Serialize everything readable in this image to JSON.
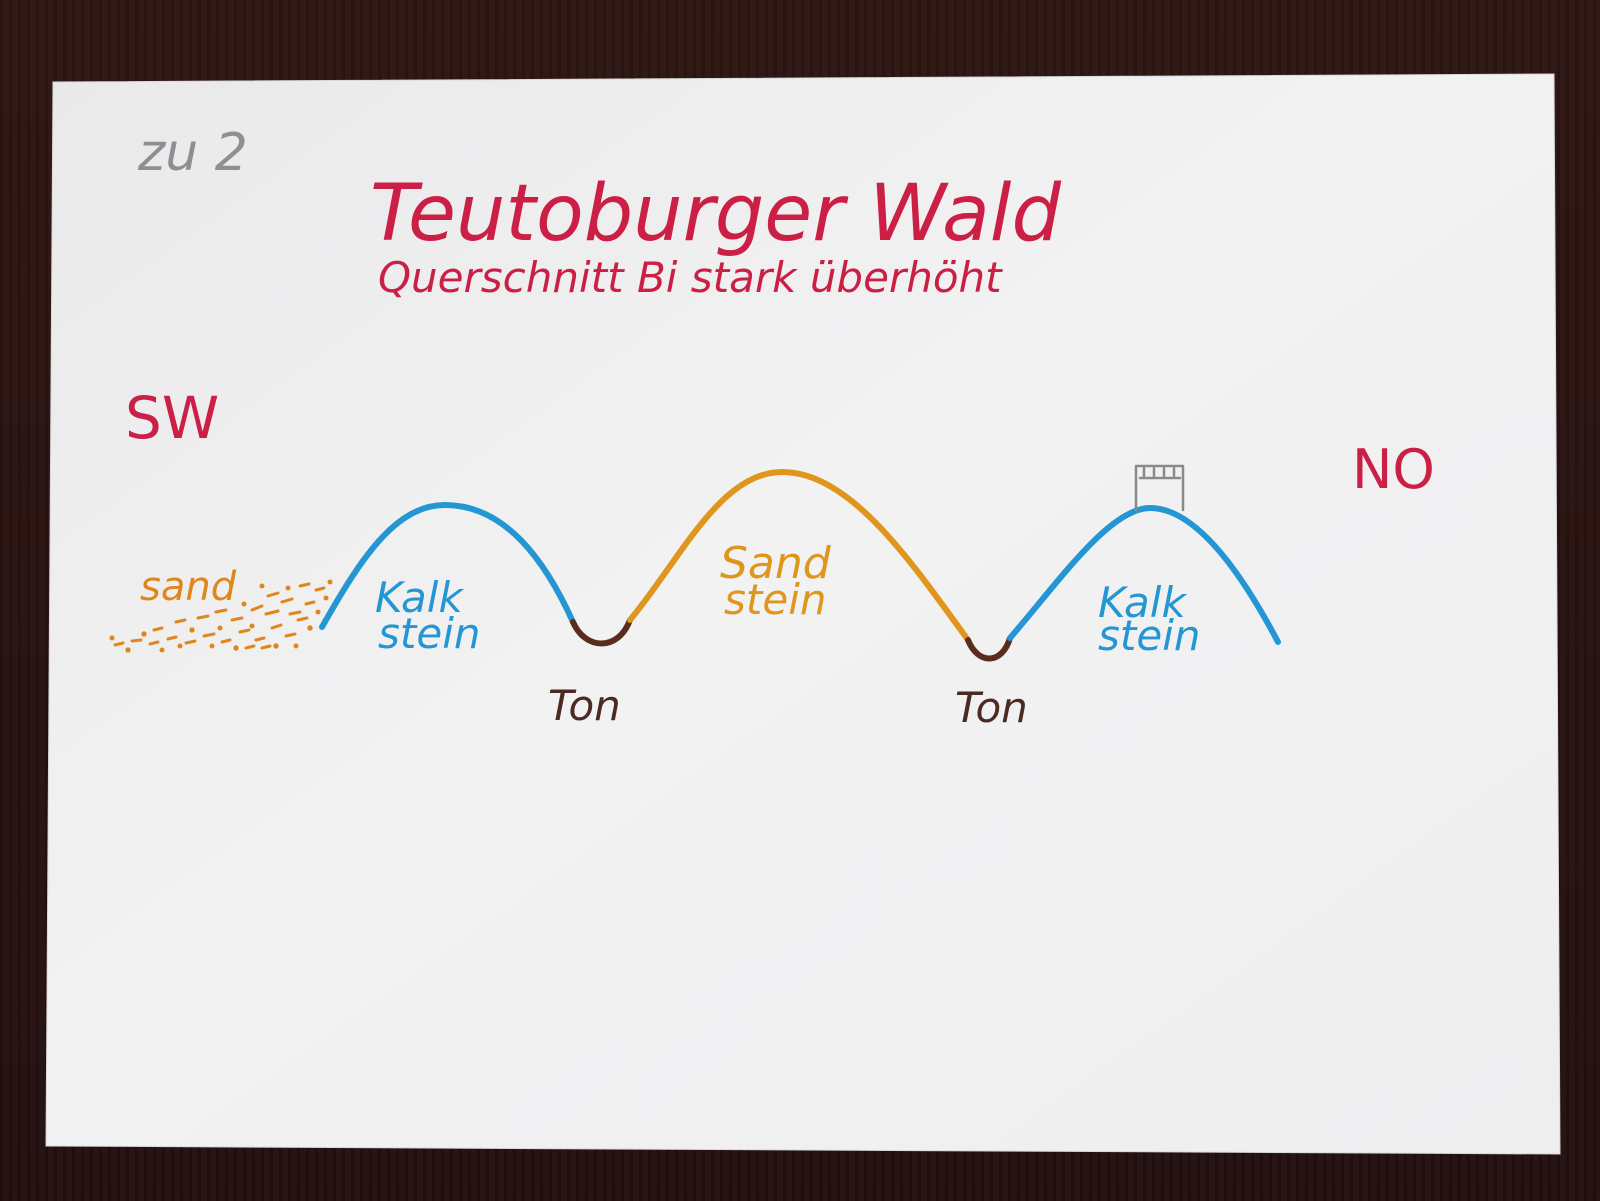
{
  "page": {
    "corner_note": "zu 2",
    "title": "Teutoburger Wald",
    "subtitle": "Querschnitt Bi stark überhöht"
  },
  "directions": {
    "left": "SW",
    "right": "NO"
  },
  "labels": {
    "sand": "sand",
    "kalk_left_line1": "Kalk",
    "kalk_left_line2": "stein",
    "sandstein_line1": "Sand",
    "sandstein_line2": "stein",
    "kalk_right_line1": "Kalk",
    "kalk_right_line2": "stein",
    "ton_left": "Ton",
    "ton_right": "Ton"
  },
  "colors": {
    "title": "#cc1f45",
    "kalk": "#2596d4",
    "sandstein": "#e0951c",
    "sand": "#e0861c",
    "ton": "#5a2c1e",
    "pencil": "#8a8a8a",
    "paper": "#f1f1f2"
  },
  "icons": {
    "castle": "castle-icon"
  }
}
